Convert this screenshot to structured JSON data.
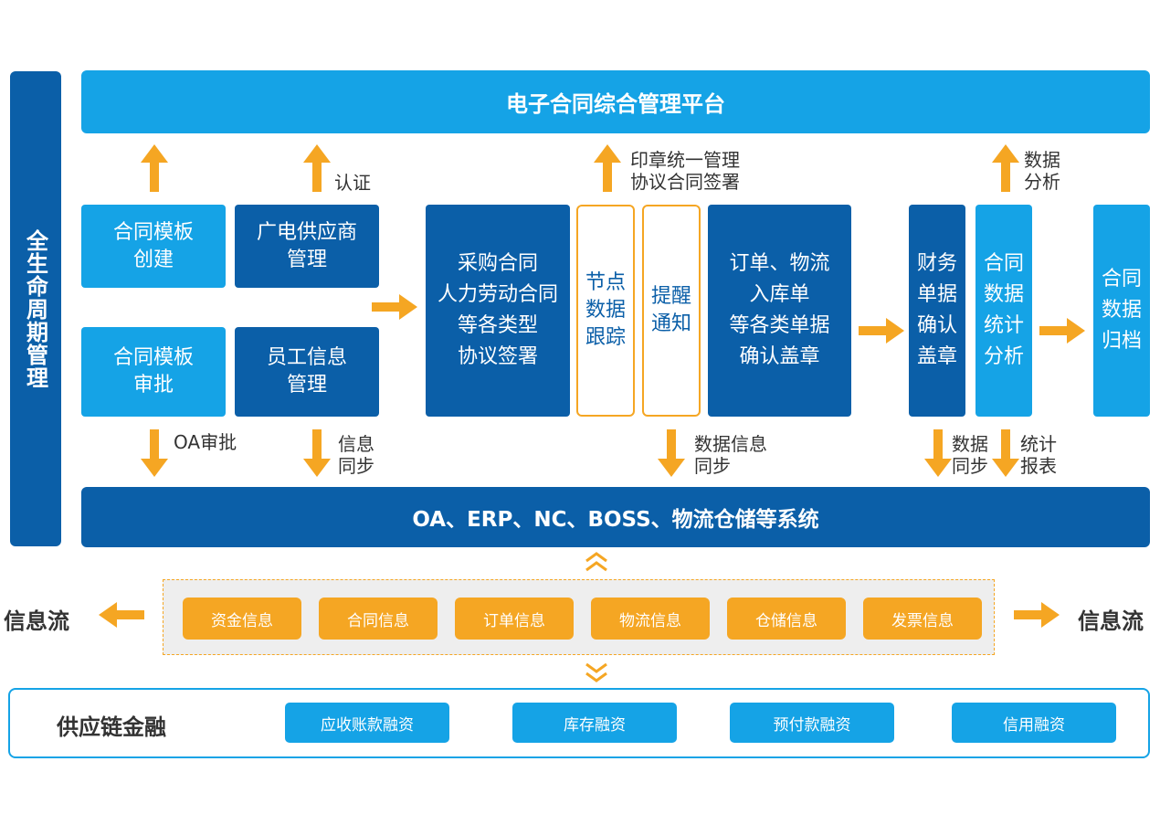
{
  "lifecycle": {
    "label": "全生命周期管理"
  },
  "platform": {
    "title": "电子合同综合管理平台"
  },
  "systems": {
    "title": "OA、ERP、NC、BOSS、物流仓储等系统"
  },
  "nodes": {
    "template_create": "合同模板\n创建",
    "supplier": "广电供应商\n管理",
    "template_approve": "合同模板\n审批",
    "employee": "员工信息\n管理",
    "procure": "采购合同\n人力劳动合同\n等各类型\n协议签署",
    "node_track": "节点\n数据\n跟踪",
    "remind": "提醒\n通知",
    "order": "订单、物流\n入库单\n等各类单据\n确认盖章",
    "finance": "财务\n单据\n确认\n盖章",
    "stat": "合同\n数据\n统计\n分析",
    "archive": "合同\n数据\n归档"
  },
  "labels": {
    "auth": "认证",
    "seal": "印章统一管理\n协议合同签署",
    "analysis": "数据\n分析",
    "oa": "OA审批",
    "info_sync": "信息\n同步",
    "data_info_sync": "数据信息\n同步",
    "data_sync": "数据\n同步",
    "report": "统计\n报表"
  },
  "info_flow": {
    "left": "信息流",
    "right": "信息流",
    "items": [
      "资金信息",
      "合同信息",
      "订单信息",
      "物流信息",
      "仓储信息",
      "发票信息"
    ]
  },
  "finance_chain": {
    "title": "供应链金融",
    "items": [
      "应收账款融资",
      "库存融资",
      "预付款融资",
      "信用融资"
    ]
  },
  "colors": {
    "dark": "#0b5fa8",
    "light": "#15a3e6",
    "accent": "#f5a623"
  }
}
